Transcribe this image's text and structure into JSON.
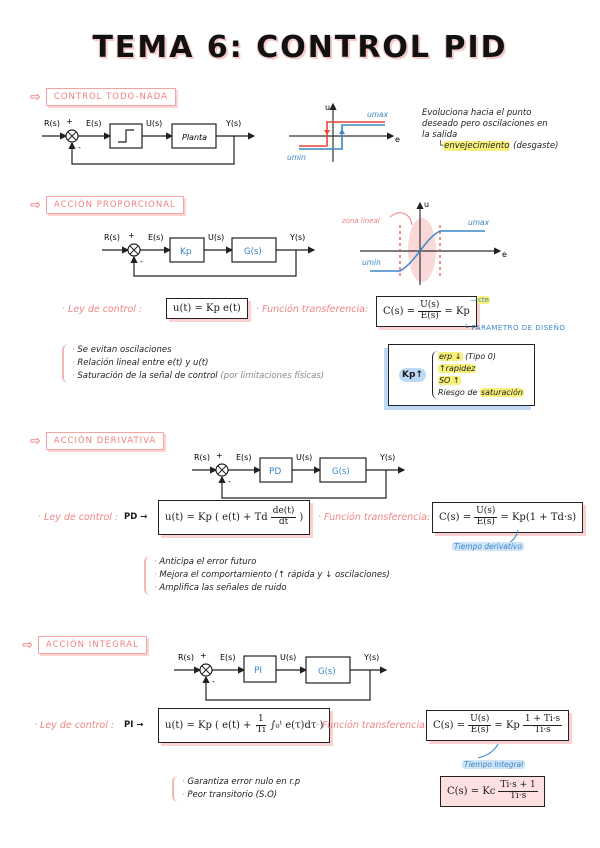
{
  "page_title": "TEMA 6: CONTROL PID",
  "colors": {
    "accent_pink": "#ef7f7f",
    "accent_blue": "#3b86c9",
    "highlight_yellow": "#f7f07a",
    "box_shadow_pink": "#fbd0d0"
  },
  "sections": {
    "todo_nada": {
      "heading": "Control todo-nada",
      "diagram": {
        "input": "R(s)",
        "plus": "+",
        "minus": "-",
        "error": "E(s)",
        "block1": "",
        "control": "U(s)",
        "block2": "Planta",
        "output": "Y(s)"
      },
      "graph": {
        "y_axis": "u",
        "x_axis": "e",
        "max_label": "umax",
        "min_label": "umin"
      },
      "note_line1": "Evoluciona hacia el punto",
      "note_line2": "deseado pero oscilaciones en",
      "note_line3": "la salida",
      "note_sub_highlight": "envejecimiento",
      "note_sub_rest": "(desgaste)"
    },
    "proporcional": {
      "heading": "Acción proporcional",
      "diagram": {
        "input": "R(s)",
        "plus": "+",
        "minus": "-",
        "error": "E(s)",
        "block1": "Kp",
        "control": "U(s)",
        "block2": "G(s)",
        "output": "Y(s)"
      },
      "graph": {
        "y_axis": "u",
        "x_axis": "e",
        "max_label": "umax",
        "min_label": "umin",
        "zone_label": "zona lineal"
      },
      "ley_label": "· Ley de control :",
      "ley_formula": "u(t) = Kp e(t)",
      "ft_label": "· Función transferencia:",
      "ft_lhs": "C(s) =",
      "ft_num": "U(s)",
      "ft_den": "E(s)",
      "ft_rhs": "= Kp",
      "cte_note": "cte",
      "design_note": "PARAMETRO DE DISEÑO",
      "bullets": [
        "Se evitan oscilaciones",
        "Relación lineal entre e(t) y u(t)",
        "Saturación de la señal de control"
      ],
      "bullet3_extra": "(por limitaciones físicas)",
      "kp_box": {
        "lead": "Kp↑",
        "items": [
          {
            "hl": "erp ↓",
            "rest": "(Tipo 0)"
          },
          {
            "hl": "↑rapidez",
            "rest": ""
          },
          {
            "hl": "SO ↑",
            "rest": ""
          },
          {
            "pre": "Riesgo de",
            "hl": "saturación"
          }
        ]
      }
    },
    "derivativa": {
      "heading": "Acción derivativa",
      "diagram": {
        "input": "R(s)",
        "plus": "+",
        "minus": "-",
        "error": "E(s)",
        "block1": "PD",
        "control": "U(s)",
        "block2": "G(s)",
        "output": "Y(s)"
      },
      "ley_label": "· Ley de control :",
      "ley_tag": "PD →",
      "ley_formula_pre": "u(t) = Kp ( e(t) + Td",
      "ley_frac_num": "de(t)",
      "ley_frac_den": "dt",
      "ley_formula_post": ")",
      "ft_label": "· Función transferencia:",
      "ft_lhs": "C(s) =",
      "ft_num": "U(s)",
      "ft_den": "E(s)",
      "ft_rhs": "= Kp(1 + Td·s)",
      "td_note": "Tiempo derivativo",
      "bullets": [
        "Anticipa el error futuro",
        "Mejora el comportamiento (↑ rápida y ↓ oscilaciones)",
        "Amplifica las señales de ruido"
      ]
    },
    "integral": {
      "heading": "Acción integral",
      "diagram": {
        "input": "R(s)",
        "plus": "+",
        "minus": "-",
        "error": "E(s)",
        "block1": "PI",
        "control": "U(s)",
        "block2": "G(s)",
        "output": "Y(s)"
      },
      "ley_label": "· Ley de control :",
      "ley_tag": "PI →",
      "ley_formula_pre": "u(t) = Kp ( e(t) +",
      "ley_frac_num": "1",
      "ley_frac_den": "Ti",
      "ley_formula_post": "∫₀ᵗ e(τ)dτ )",
      "ft_label": "· Función transferencia:",
      "ft_lhs": "C(s) =",
      "ft_num": "U(s)",
      "ft_den": "E(s)",
      "ft_rhs_pre": "= Kp",
      "ft_rhs_num": "1 + Ti·s",
      "ft_rhs_den": "Ti·s",
      "ti_note": "Tiempo integral",
      "alt_lhs": "C(s) = Kc",
      "alt_num": "Ti·s + 1",
      "alt_den": "Ti·s",
      "bullets": [
        "Garantiza error nulo en r.p",
        "Peor transitorio (S.O)"
      ]
    }
  }
}
